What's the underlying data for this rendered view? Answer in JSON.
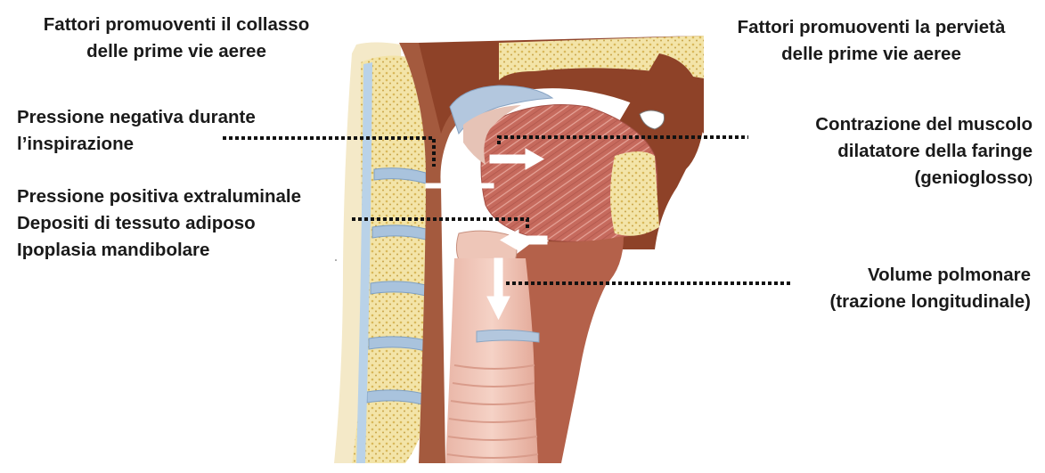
{
  "left_title": [
    "Fattori promuoventi il collasso",
    "delle prime vie aeree"
  ],
  "right_title": [
    "Fattori promuoventi la pervietà",
    "delle prime vie aeree"
  ],
  "left_factors": {
    "negative_pressure": [
      "Pressione negativa durante",
      "l’inspirazione"
    ],
    "other": [
      "Pressione positiva extraluminale",
      "Depositi di tessuto adiposo",
      "Ipoplasia mandibolare"
    ]
  },
  "right_factors": {
    "muscle": [
      "Contrazione del muscolo",
      "dilatatore della faringe",
      "(genioglosso",
      ")"
    ],
    "lung_volume": [
      "Volume polmonare",
      "(trazione longitudinale)"
    ]
  },
  "colors": {
    "spine_bone": "#f3e4a8",
    "spine_dots": "#d9b85a",
    "disc": "#a9c3dd",
    "soft_tissue": "#a45a3e",
    "muscle": "#c56a5f",
    "airway": "#eec6b8",
    "nasal": "#8e4228",
    "leader_line": "#111111",
    "arrow": "#ffffff"
  }
}
